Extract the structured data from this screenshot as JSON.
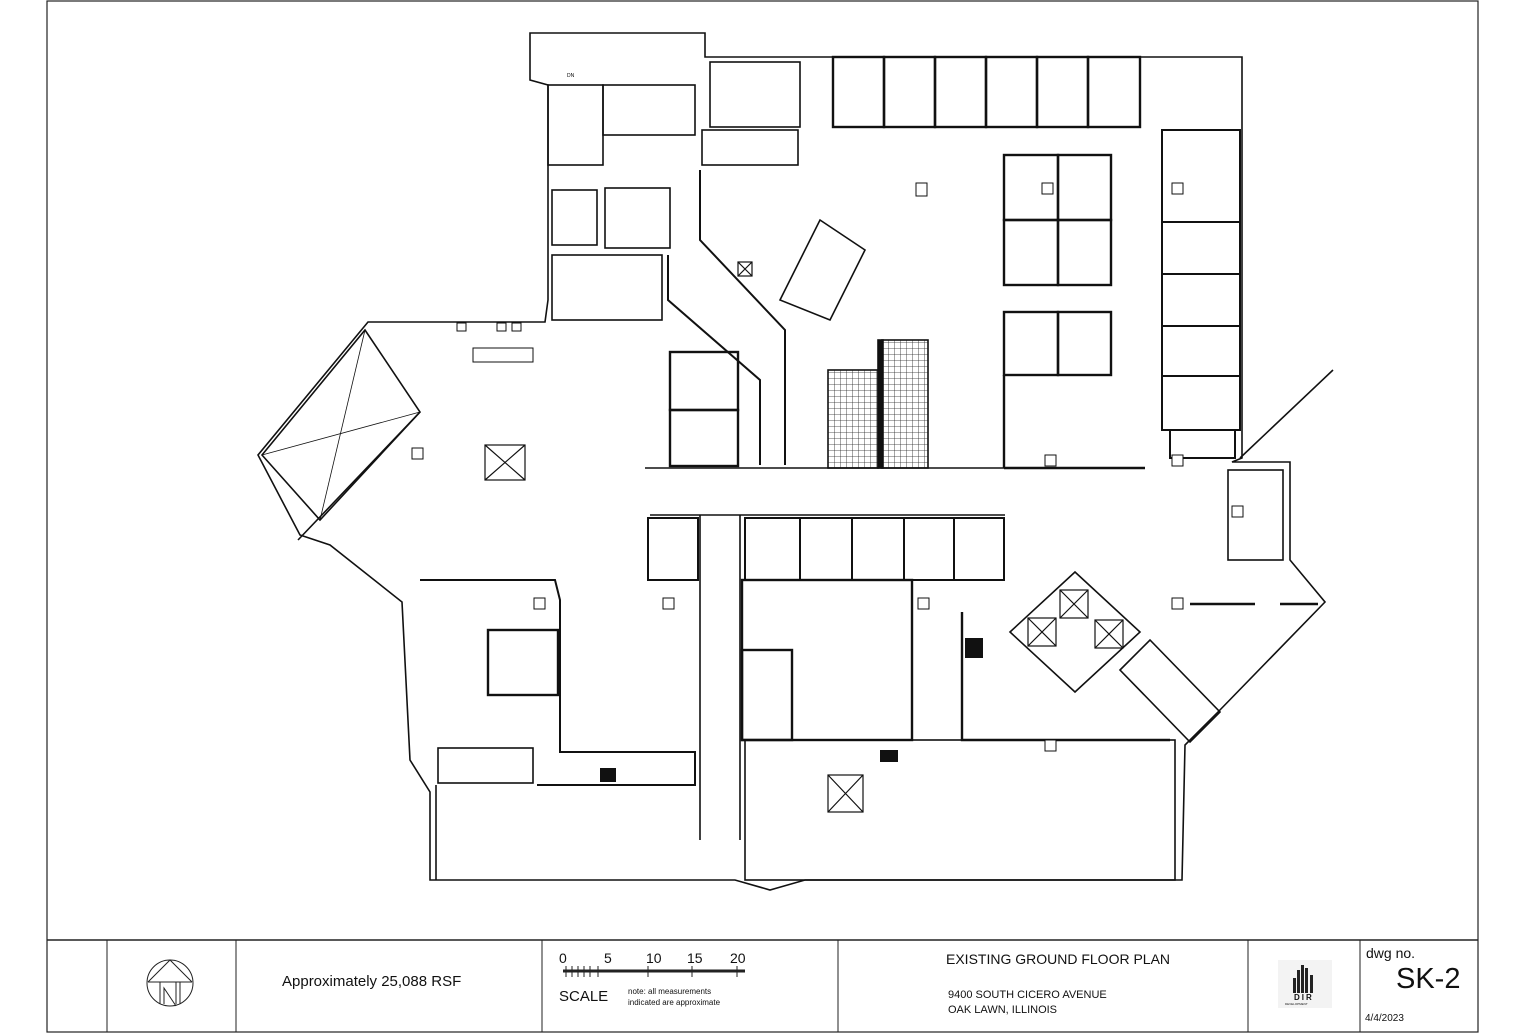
{
  "title_block": {
    "area": "Approximately 25,088 RSF",
    "north_arrow_label": "N",
    "scale": {
      "ticks": [
        "0",
        "5",
        "10",
        "15",
        "20"
      ],
      "label": "SCALE",
      "note_line1": "note: all measurements",
      "note_line2": "indicated are approximate"
    },
    "plan_title": "EXISTING GROUND FLOOR PLAN",
    "address_line1": "9400 SOUTH CICERO AVENUE",
    "address_line2": "OAK LAWN, ILLINOIS",
    "logo_text": "DIR",
    "logo_subtext": "DEVELOPMENT",
    "dwg_label": "dwg no.",
    "dwg_number": "SK-2",
    "date": "4/4/2023"
  },
  "plan": {
    "stair_label": "DN",
    "colors": {
      "line": "#111111",
      "paper": "#ffffff"
    }
  }
}
